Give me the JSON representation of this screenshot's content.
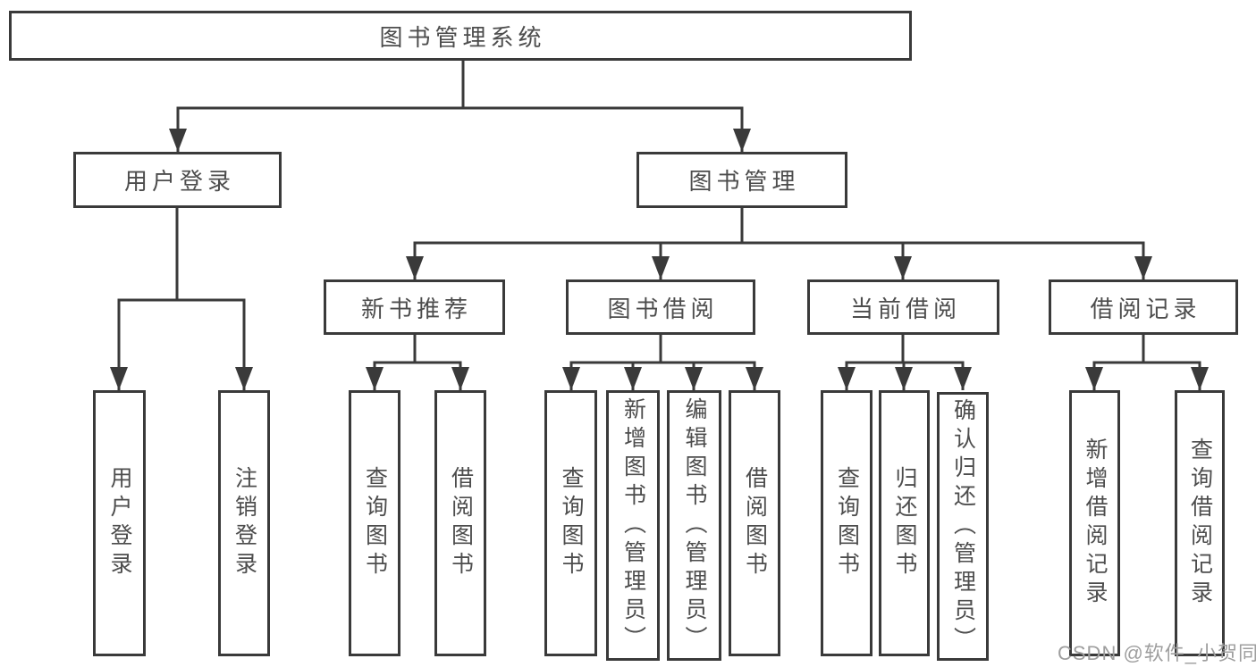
{
  "tree": {
    "root": {
      "label": "图书管理系统"
    },
    "branches": [
      {
        "label": "用户登录",
        "children": [
          {
            "label": "用户登录"
          },
          {
            "label": "注销登录"
          }
        ]
      },
      {
        "label": "图书管理",
        "children": [
          {
            "label": "新书推荐",
            "children": [
              {
                "label": "查询图书"
              },
              {
                "label": "借阅图书"
              }
            ]
          },
          {
            "label": "图书借阅",
            "children": [
              {
                "label": "查询图书"
              },
              {
                "label": "新增图书（管理员）"
              },
              {
                "label": "编辑图书（管理员）"
              },
              {
                "label": "借阅图书"
              }
            ]
          },
          {
            "label": "当前借阅",
            "children": [
              {
                "label": "查询图书"
              },
              {
                "label": "归还图书"
              },
              {
                "label": "确认归还（管理员）"
              }
            ]
          },
          {
            "label": "借阅记录",
            "children": [
              {
                "label": "新增借阅记录"
              },
              {
                "label": "查询借阅记录"
              }
            ]
          }
        ]
      }
    ]
  },
  "watermark": {
    "text": "CSDN @软件_小贺同学"
  },
  "colors": {
    "line": "#3a3a3a",
    "box_border": "#3a3a3a",
    "text": "#4d4d4d",
    "watermark": "#9e9e9e",
    "background": "#ffffff"
  }
}
